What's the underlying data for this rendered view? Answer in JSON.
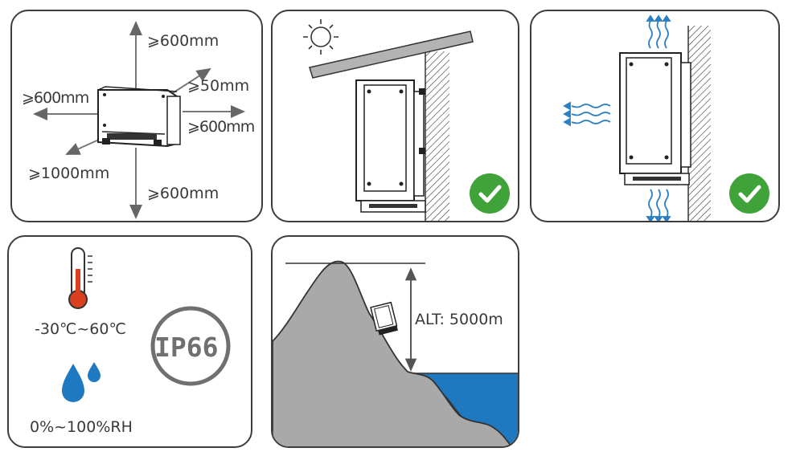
{
  "clearance": {
    "top": "⩾600mm",
    "left": "⩾600mm",
    "back": "⩾50mm",
    "right": "⩾600mm",
    "front": "⩾1000mm",
    "bottom": "⩾600mm"
  },
  "environment": {
    "temperature": "-30℃~60℃",
    "humidity": "0%~100%RH",
    "ip_rating": "IP66"
  },
  "altitude": {
    "label": "ALT: 5000m"
  },
  "icons": [
    "sun-icon",
    "check-icon",
    "airflow-icon",
    "thermometer-icon",
    "water-drop-icon",
    "ip-rating-badge"
  ],
  "colors": {
    "check_green": "#3fa33a",
    "thermometer_red": "#d9401f",
    "water_blue": "#1e79c0",
    "mountain_gray": "#a9a9a9",
    "airflow_blue": "#2b7fc4"
  }
}
